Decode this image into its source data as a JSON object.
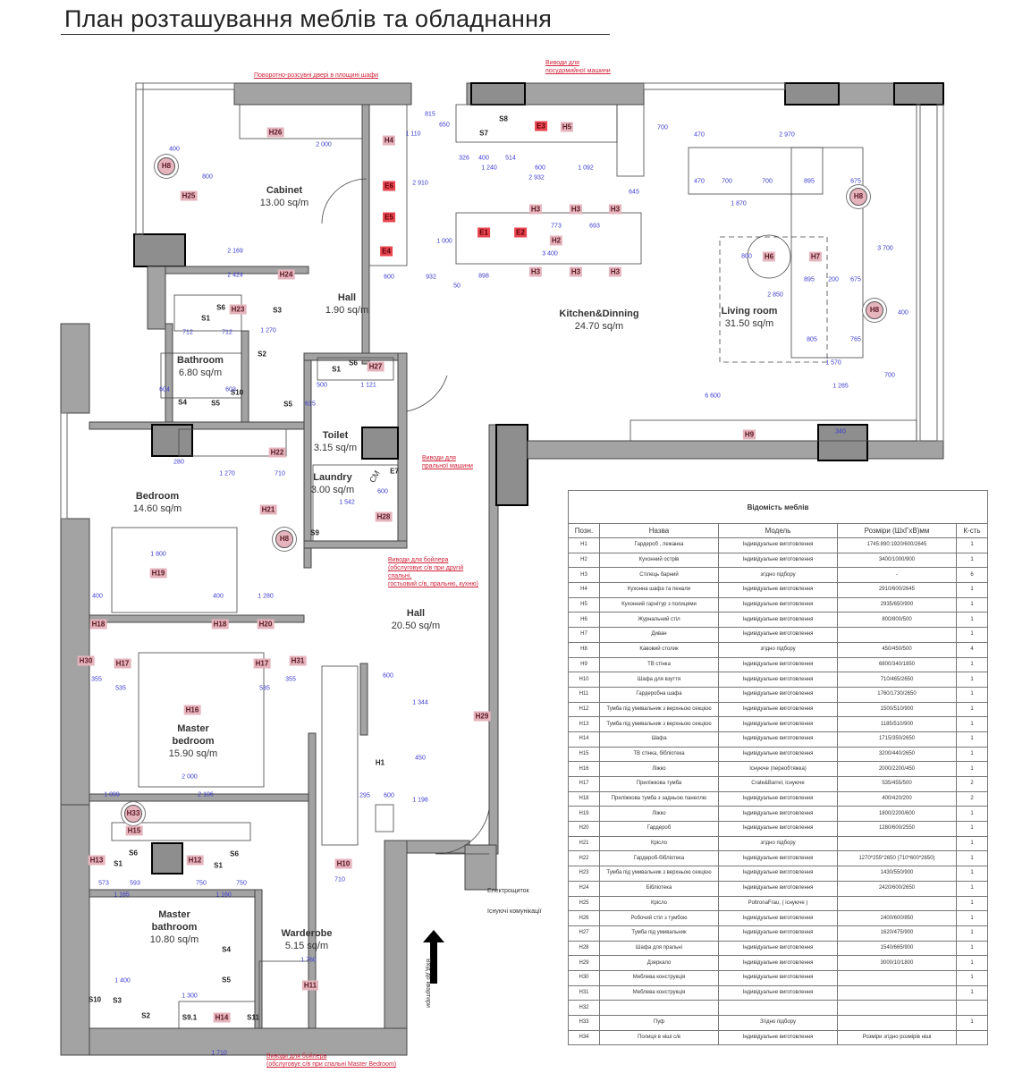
{
  "title": "План розташування меблів та обладнання",
  "rooms": [
    {
      "name": "Cabinet",
      "area": "13.00 sq/m"
    },
    {
      "name": "Hall",
      "area": "1.90 sq/m"
    },
    {
      "name": "Kitchen&Dinning",
      "area": "24.70 sq/m"
    },
    {
      "name": "Living room",
      "area": "31.50 sq/m"
    },
    {
      "name": "Bathroom",
      "area": "6.80 sq/m"
    },
    {
      "name": "Toilet",
      "area": "3.15 sq/m"
    },
    {
      "name": "Laundry",
      "area": "3.00 sq/m"
    },
    {
      "name": "Bedroom",
      "area": "14.60 sq/m"
    },
    {
      "name": "Hall",
      "area": "20.50 sq/m"
    },
    {
      "name": "Master bedroom",
      "area": "15.90 sq/m"
    },
    {
      "name": "Master bathroom",
      "area": "10.80 sq/m"
    },
    {
      "name": "Warderobe",
      "area": "5.15 sq/m"
    }
  ],
  "notes": {
    "sliding_doors": "Поворотно-розсувні двері в площині шафи",
    "dishwasher": [
      "Виводи для",
      "посудомийної машини"
    ],
    "washing_machine": [
      "Виводи для",
      "пральної машини"
    ],
    "boiler1": [
      "Виводи для бойлера",
      "(обслуговує с/в при другій",
      "спальні,",
      "гостьовий с/в, пральню, кухню)"
    ],
    "boiler2": [
      "Виводи для бойлера",
      "(обслуговує с/в при спальні Master Bedroom)"
    ],
    "electrical_panel": "Електрощиток",
    "existing_utilities": "Існуючі комунікації",
    "entrance": "Вхід до квартири",
    "washer_label": "СМ"
  },
  "tags": [
    "H26",
    "H8",
    "H25",
    "H4",
    "E6",
    "E5",
    "E4",
    "S8",
    "S7",
    "E3",
    "H5",
    "H3",
    "H3",
    "H3",
    "H3",
    "H3",
    "H3",
    "E1",
    "E2",
    "H2",
    "H8",
    "H6",
    "H7",
    "H8",
    "H24",
    "S1",
    "S6",
    "H23",
    "S3",
    "S2",
    "S1",
    "S6",
    "H27",
    "S5",
    "S4",
    "S5",
    "S10",
    "H9",
    "E7",
    "H22",
    "H21",
    "H8",
    "S9",
    "H28",
    "H19",
    "H18",
    "H18",
    "H20",
    "H30",
    "H17",
    "H17",
    "H31",
    "H16",
    "H29",
    "H1",
    "H33",
    "H15",
    "H13",
    "S1",
    "S6",
    "H12",
    "S1",
    "S6",
    "H10",
    "S4",
    "S5",
    "H11",
    "S10",
    "S3",
    "S2",
    "S9.1",
    "H14",
    "S11"
  ],
  "dimensions": [
    "2 000",
    "400",
    "800",
    "2 169",
    "2 424",
    "815",
    "1 110",
    "650",
    "2 910",
    "1 000",
    "600",
    "932",
    "326",
    "400",
    "514",
    "1 240",
    "600",
    "1 092",
    "2 932",
    "645",
    "773",
    "693",
    "3 400",
    "898",
    "50",
    "700",
    "470",
    "2 970",
    "470",
    "700",
    "700",
    "895",
    "675",
    "1 870",
    "800",
    "3 700",
    "2 850",
    "895",
    "200",
    "675",
    "805",
    "765",
    "1 570",
    "700",
    "400",
    "6 600",
    "1 285",
    "340",
    "712",
    "712",
    "1 270",
    "604",
    "603",
    "500",
    "1 121",
    "615",
    "1 270",
    "710",
    "280",
    "1 542",
    "600",
    "1 800",
    "400",
    "400",
    "1 280",
    "355",
    "535",
    "535",
    "355",
    "2 000",
    "1 099",
    "2 106",
    "573",
    "593",
    "750",
    "750",
    "1 165",
    "1 160",
    "710",
    "1 760",
    "1 400",
    "1 300",
    "1 710",
    "1 344",
    "450",
    "1 198",
    "295",
    "600",
    "600"
  ],
  "table": {
    "caption": "Відомість меблів",
    "headers": [
      "Позн.",
      "Назва",
      "Модель",
      "Розміри (ШхГхВ)мм",
      "К-сть"
    ],
    "rows": [
      [
        "H1",
        "Гардероб , лежанка",
        "Індивідуальне виготовлення",
        "1745:890:1920/600/2645",
        "1"
      ],
      [
        "H2",
        "Кухонний острів",
        "Індивідуальне виготовлення",
        "3400/1000/900",
        "1"
      ],
      [
        "H3",
        "Стілець барний",
        "згідно підбору",
        "-",
        "6"
      ],
      [
        "H4",
        "Кухонна шафа та пенали",
        "Індивідуальне виготовлення",
        "2910/600/2645",
        "1"
      ],
      [
        "H5",
        "Кухонний гарнітур з полицями",
        "Індивідуальне виготовлення",
        "2935/650/900",
        "1"
      ],
      [
        "H6",
        "Журнальний стіл",
        "Індивідуальне виготовлення",
        "800/800/500",
        "1"
      ],
      [
        "H7",
        "Диван",
        "Індивідуальне виготовлення",
        "",
        "1"
      ],
      [
        "H8",
        "Кавовий столик",
        "згідно підбору",
        "450/450/500",
        "4"
      ],
      [
        "H9",
        "ТВ стінка",
        "Індивідуальне виготовлення",
        "6800/340/1850",
        "1"
      ],
      [
        "H10",
        "Шафа для взуття",
        "Індивідуальне виготовлення",
        "710/465/2650",
        "1"
      ],
      [
        "H11",
        "Гардеробна шафа",
        "Індивідуальне виготовлення",
        "1760/1730/2650",
        "1"
      ],
      [
        "H12",
        "Тумба під умивальник з верхньою секцією",
        "Індивідуальне виготовлення",
        "1500/510/900",
        "1"
      ],
      [
        "H13",
        "Тумба під умивальник з верхньою секцією",
        "Індивідуальне виготовлення",
        "1185/510/900",
        "1"
      ],
      [
        "H14",
        "Шафа",
        "Індивідуальне виготовлення",
        "1715/350/2650",
        "1"
      ],
      [
        "H15",
        "ТВ стінка, бібліотека",
        "Індивідуальне виготовлення",
        "3200/440/2650",
        "1"
      ],
      [
        "H16",
        "Ліжко",
        "Існуюче (переобтяжка)",
        "2000/2200/450",
        "1"
      ],
      [
        "H17",
        "Приліжкова тумба",
        "Crate&Barrel, існуюче",
        "535/455/500",
        "2"
      ],
      [
        "H18",
        "Приліжкова тумба з задньою панеллю",
        "Індивідуальне виготовлення",
        "400/420/200",
        "2"
      ],
      [
        "H19",
        "Ліжко",
        "Індивідуальне виготовлення",
        "1800/2200/600",
        "1"
      ],
      [
        "H20",
        "Гардероб",
        "Індивідуальне виготовлення",
        "1280/600/2550",
        "1"
      ],
      [
        "H21",
        "Крісло",
        "згідно підбору",
        "",
        "1"
      ],
      [
        "H22",
        "Гардероб-бібліотека",
        "Індивідуальне виготовлення",
        "1270*255*2650 (710*600*2650)",
        "1"
      ],
      [
        "H23",
        "Тумба під умивальник з верхньою секцією",
        "Індивідуальне виготовлення",
        "1430/550/900",
        "1"
      ],
      [
        "H24",
        "Бібліотека",
        "Індивідуальне виготовлення",
        "2420/600/2650",
        "1"
      ],
      [
        "H25",
        "Крісло",
        "PoltronaFrau, ( існуюче )",
        "",
        "1"
      ],
      [
        "H26",
        "Робочий стіл з тумбою",
        "Індивідуальне виготовлення",
        "2400/600/850",
        "1"
      ],
      [
        "H27",
        "Тумба під умивальник",
        "Індивідуальне виготовлення",
        "1620/475/900",
        "1"
      ],
      [
        "H28",
        "Шафа для пральні",
        "Індивідуальне виготовлення",
        "1540/665/900",
        "1"
      ],
      [
        "H29",
        "Дзеркало",
        "Індивідуальне виготовлення",
        "3000/10/1800",
        "1"
      ],
      [
        "H30",
        "Меблева конструкція",
        "Індивідуальне виготовлення",
        "",
        "1"
      ],
      [
        "H31",
        "Меблева конструкція",
        "Індивідуальне виготовлення",
        "",
        "1"
      ],
      [
        "H32",
        "",
        "",
        "",
        ""
      ],
      [
        "H33",
        "Пуф",
        "Згідно підбору",
        "",
        "1"
      ],
      [
        "H34",
        "Полиця в ніші с/в",
        "Індивідуальне виготовлення",
        "Розміри згідно розмірів ніші",
        ""
      ]
    ]
  },
  "colors": {
    "wall": "#a3a3a3",
    "tag": "#e6b4bd",
    "tag_red": "#e8454f",
    "dimension": "#3a3ad0",
    "note": "#d0243a"
  }
}
